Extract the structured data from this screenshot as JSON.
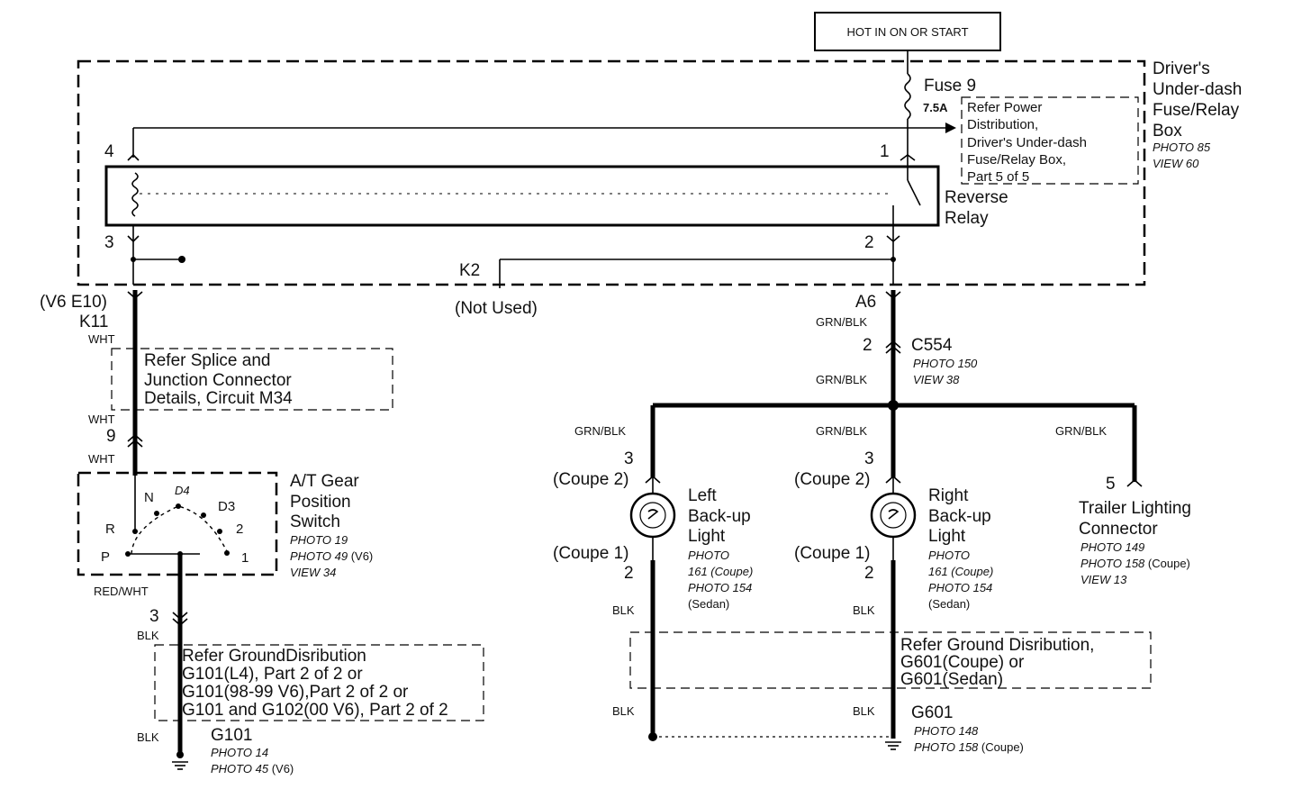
{
  "power": {
    "hot_label": "HOT IN ON OR START"
  },
  "fuse_box": {
    "title_lines": [
      "Driver's",
      "Under-dash",
      "Fuse/Relay",
      "Box"
    ],
    "photo": "PHOTO 85",
    "view": "VIEW 60"
  },
  "fuse": {
    "name": "Fuse 9",
    "rating": "7.5A"
  },
  "refer_power": {
    "lines": [
      "Refer Power",
      "Distribution,",
      "Driver's Under-dash",
      "Fuse/Relay Box,",
      "Part 5 of 5"
    ]
  },
  "relay": {
    "name_lines": [
      "Reverse",
      "Relay"
    ],
    "pins": {
      "p1": "1",
      "p2": "2",
      "p3": "3",
      "p4": "4"
    }
  },
  "connectors": {
    "k2": "K2",
    "not_used": "(Not Used)",
    "v6_e10": "(V6 E10)",
    "k11": "K11",
    "a6": "A6",
    "c554": "C554",
    "c554_pin": "2",
    "c554_photo": "PHOTO 150",
    "c554_view": "VIEW 38",
    "pin9": "9",
    "pin3_left": "3"
  },
  "wires": {
    "wht": "WHT",
    "grn_blk": "GRN/BLK",
    "red_wht": "RED/WHT",
    "blk": "BLK"
  },
  "refer_splice": {
    "lines": [
      "Refer Splice and",
      "Junction Connector",
      "Details, Circuit M34"
    ]
  },
  "gear_switch": {
    "title_lines": [
      "A/T Gear",
      "Position",
      "Switch"
    ],
    "photo1": "PHOTO 19",
    "photo2": "PHOTO 49",
    "photo2_suffix": "(V6)",
    "view": "VIEW 34",
    "positions": {
      "p": "P",
      "r": "R",
      "n": "N",
      "d4": "D4",
      "d3": "D3",
      "two": "2",
      "one": "1"
    }
  },
  "refer_ground_left": {
    "lines": [
      "Refer GroundDisribution",
      "G101(L4), Part 2 of 2 or",
      "G101(98-99 V6),Part 2 of 2  or",
      "G101 and G102(00 V6), Part 2 of 2"
    ]
  },
  "g101": {
    "name": "G101",
    "photo1": "PHOTO 14",
    "photo2": "PHOTO 45",
    "photo2_suffix": "(V6)"
  },
  "left_light": {
    "title_lines": [
      "Left",
      "Back-up",
      "Light"
    ],
    "pin_top": "3",
    "coupe_top": "(Coupe 2)",
    "coupe_bottom": "(Coupe 1)",
    "pin_bottom": "2",
    "photo_lines": [
      "PHOTO",
      "161 (Coupe)",
      "PHOTO 154"
    ],
    "sedan": "(Sedan)"
  },
  "right_light": {
    "title_lines": [
      "Right",
      "Back-up",
      "Light"
    ],
    "pin_top": "3",
    "coupe_top": "(Coupe 2)",
    "coupe_bottom": "(Coupe 1)",
    "pin_bottom": "2",
    "photo_lines": [
      "PHOTO",
      "161 (Coupe)",
      "PHOTO 154"
    ],
    "sedan": "(Sedan)"
  },
  "trailer": {
    "pin": "5",
    "title_lines": [
      "Trailer Lighting",
      "Connector"
    ],
    "photo1": "PHOTO 149",
    "photo2": "PHOTO 158",
    "photo2_suffix": "(Coupe)",
    "view": "VIEW 13"
  },
  "refer_ground_right": {
    "lines": [
      "Refer Ground Disribution,",
      "G601(Coupe) or",
      "G601(Sedan)"
    ]
  },
  "g601": {
    "name": "G601",
    "photo1": "PHOTO 148",
    "photo2": "PHOTO 158",
    "photo2_suffix": "(Coupe)"
  }
}
